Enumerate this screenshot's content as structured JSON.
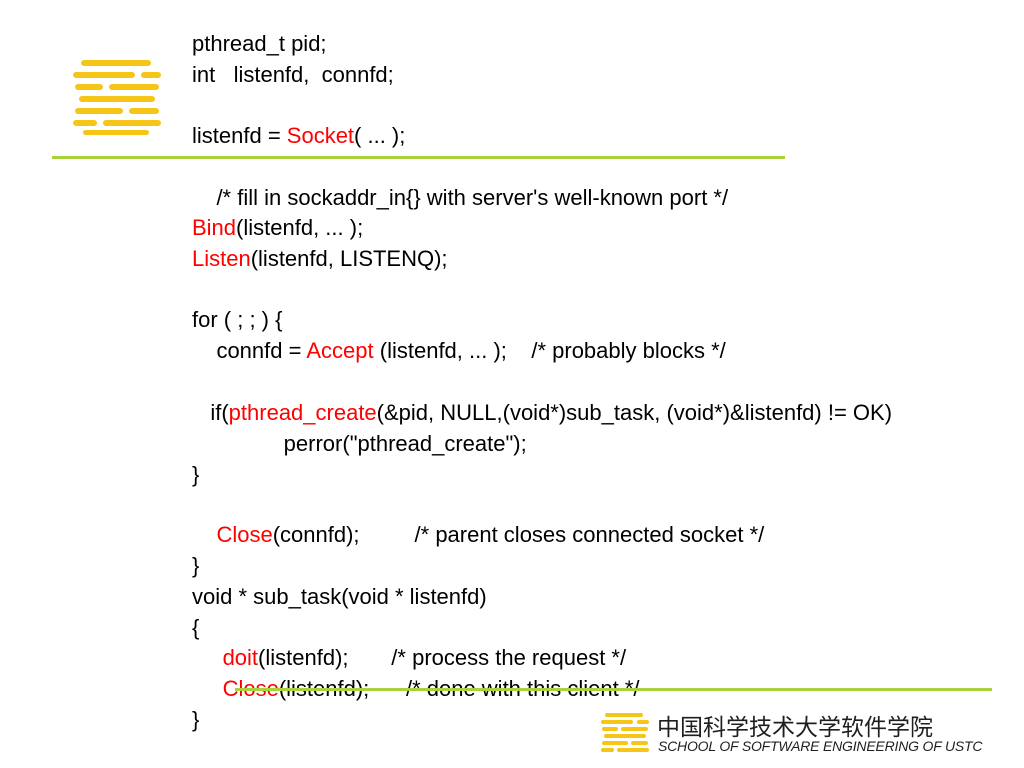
{
  "slide": {
    "code_lines": [
      {
        "parts": [
          {
            "t": "pthread_t pid;"
          }
        ]
      },
      {
        "parts": [
          {
            "t": "int   listenfd,  connfd;"
          }
        ]
      },
      {
        "parts": [
          {
            "t": "listenfd = "
          },
          {
            "t": "Socket",
            "hl": true
          },
          {
            "t": "( ... );"
          }
        ]
      },
      {
        "parts": [
          {
            "t": "    /* fill in sockaddr_in{} with server's well-known port */"
          }
        ]
      },
      {
        "parts": [
          {
            "t": "Bind",
            "hl": true
          },
          {
            "t": "(listenfd, ... );"
          }
        ]
      },
      {
        "parts": [
          {
            "t": "Listen",
            "hl": true
          },
          {
            "t": "(listenfd, LISTENQ);"
          }
        ]
      },
      {
        "parts": [
          {
            "t": "for ( ; ; ) {"
          }
        ]
      },
      {
        "parts": [
          {
            "t": "    connfd = "
          },
          {
            "t": "Accept",
            "hl": true
          },
          {
            "t": " (listenfd, ... );    /* probably blocks */"
          }
        ]
      },
      {
        "parts": [
          {
            "t": "   if("
          },
          {
            "t": "pthread_create",
            "hl": true
          },
          {
            "t": "(&pid, NULL,(void*)sub_task, (void*)&listenfd) != OK)"
          }
        ]
      },
      {
        "parts": [
          {
            "t": "               perror(\"pthread_create\");"
          }
        ]
      },
      {
        "parts": [
          {
            "t": "}"
          }
        ]
      },
      {
        "parts": [
          {
            "t": "    "
          },
          {
            "t": "Close",
            "hl": true
          },
          {
            "t": "(connfd);         /* parent closes connected socket */"
          }
        ]
      },
      {
        "parts": [
          {
            "t": "}"
          }
        ]
      },
      {
        "parts": [
          {
            "t": "void * sub_task(void * listenfd)"
          }
        ]
      },
      {
        "parts": [
          {
            "t": "{"
          }
        ]
      },
      {
        "parts": [
          {
            "t": "     "
          },
          {
            "t": "doit",
            "hl": true
          },
          {
            "t": "(listenfd);       /* process the request */"
          }
        ]
      },
      {
        "parts": [
          {
            "t": "     "
          },
          {
            "t": "Close",
            "hl": true
          },
          {
            "t": "(listenfd);      /* done with this client */"
          }
        ]
      },
      {
        "parts": [
          {
            "t": "}"
          }
        ]
      }
    ]
  },
  "footer": {
    "school_cn": "中国科学技术大学软件学院",
    "school_en": "SCHOOL OF SOFTWARE ENGINEERING OF USTC"
  },
  "colors": {
    "highlight": "#ff0000",
    "rule": "#a8d23c",
    "logo": "#f5c518"
  },
  "icons": {
    "top_logo": "ustc-sse-logo-icon",
    "footer_logo": "ustc-sse-logo-icon"
  }
}
